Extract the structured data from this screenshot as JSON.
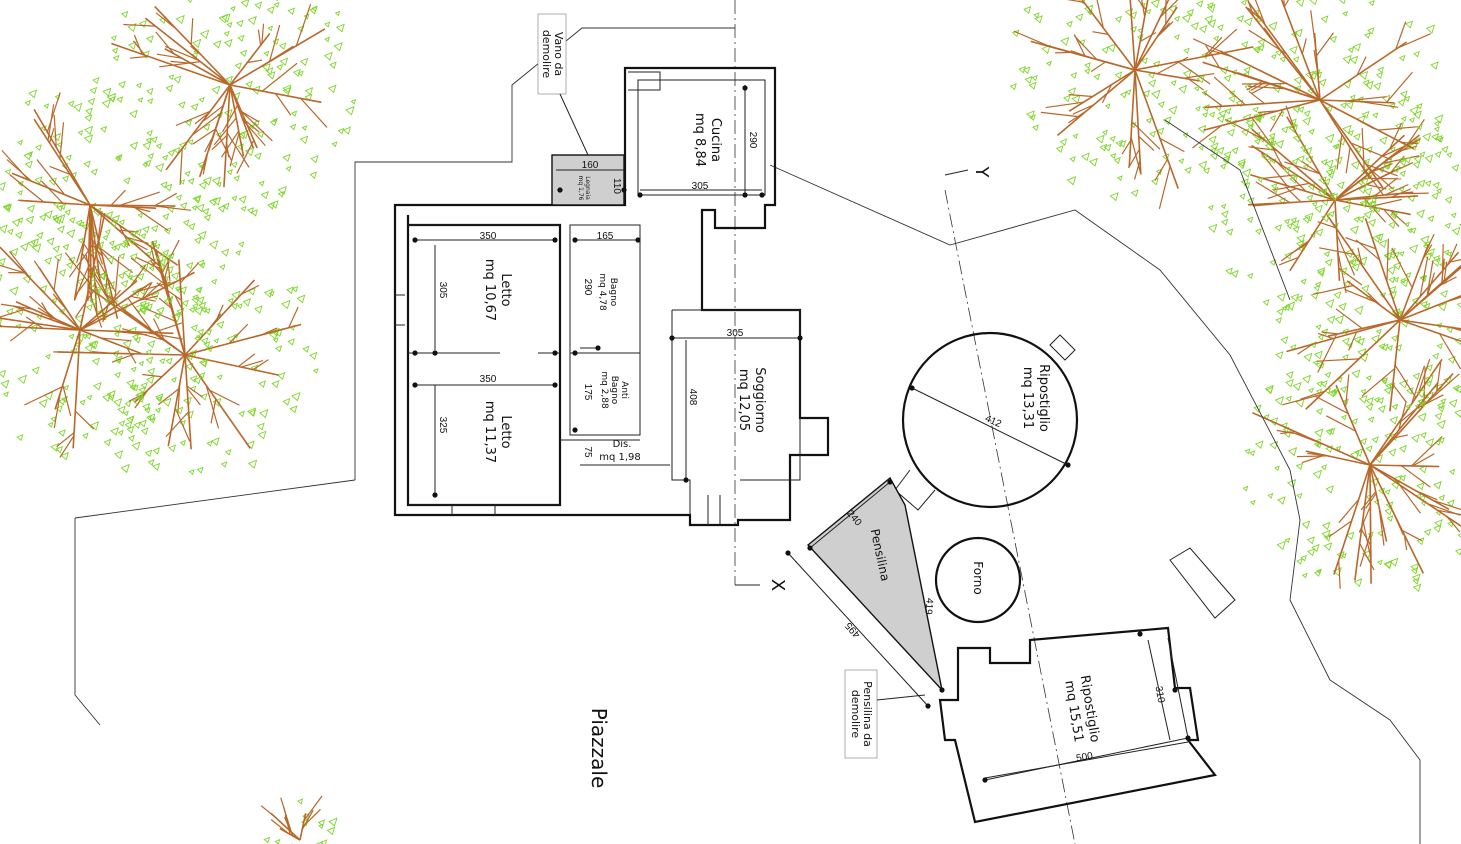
{
  "rooms": {
    "cucina": {
      "name": "Cucina",
      "area": "mq 8,84"
    },
    "letto1": {
      "name": "Letto",
      "area": "mq 10,67"
    },
    "letto2": {
      "name": "Letto",
      "area": "mq 11,37"
    },
    "bagno": {
      "name": "Bagno",
      "area": "mq 4,78"
    },
    "antibagno": {
      "name": "Anti Bagno",
      "line1": "Anti",
      "line2": "Bagno",
      "area": "mq 2,88"
    },
    "soggiorno": {
      "name": "Soggiorno",
      "area": "mq 12,05"
    },
    "dis": {
      "name": "Dis.",
      "area": "mq 1,98"
    },
    "legnaia": {
      "name": "Legnaia",
      "area": "mq 1,76"
    },
    "ripostiglio1": {
      "name": "Ripostiglio",
      "area": "mq 13,31"
    },
    "ripostiglio2": {
      "name": "Ripostiglio",
      "area": "mq 15,51"
    },
    "forno": {
      "name": "Forno"
    },
    "pensilina": {
      "name": "Pensilina"
    },
    "piazzale": {
      "name": "Piazzale"
    }
  },
  "annotations": {
    "vano": {
      "line1": "Vano da",
      "line2": "demolire"
    },
    "pensilina_demolire": {
      "line1": "Pensilina da",
      "line2": "demolire"
    }
  },
  "axes": {
    "x": "X",
    "y": "Y"
  },
  "dimensions": {
    "legnaia_w": "160",
    "legnaia_h": "110",
    "cucina_h": "290",
    "cucina_w": "305",
    "letto1_w": "350",
    "letto1_h": "305",
    "bagno_w": "165",
    "bagno_h": "290",
    "soggiorno_w": "305",
    "soggiorno_h": "408",
    "letto2_w": "350",
    "letto2_h": "325",
    "antibagno_h": "175",
    "dis_h": "75",
    "ripostiglio1_d": "412",
    "pensilina_top": "240",
    "pensilina_side": "419",
    "pensilina_diag": "495",
    "ripostiglio2_h": "310",
    "ripostiglio2_w": "500"
  },
  "colors": {
    "foliage": "#7fd62a",
    "branches": "#b8682a",
    "walls": "#111111",
    "hatch": "#cfcfcf"
  }
}
